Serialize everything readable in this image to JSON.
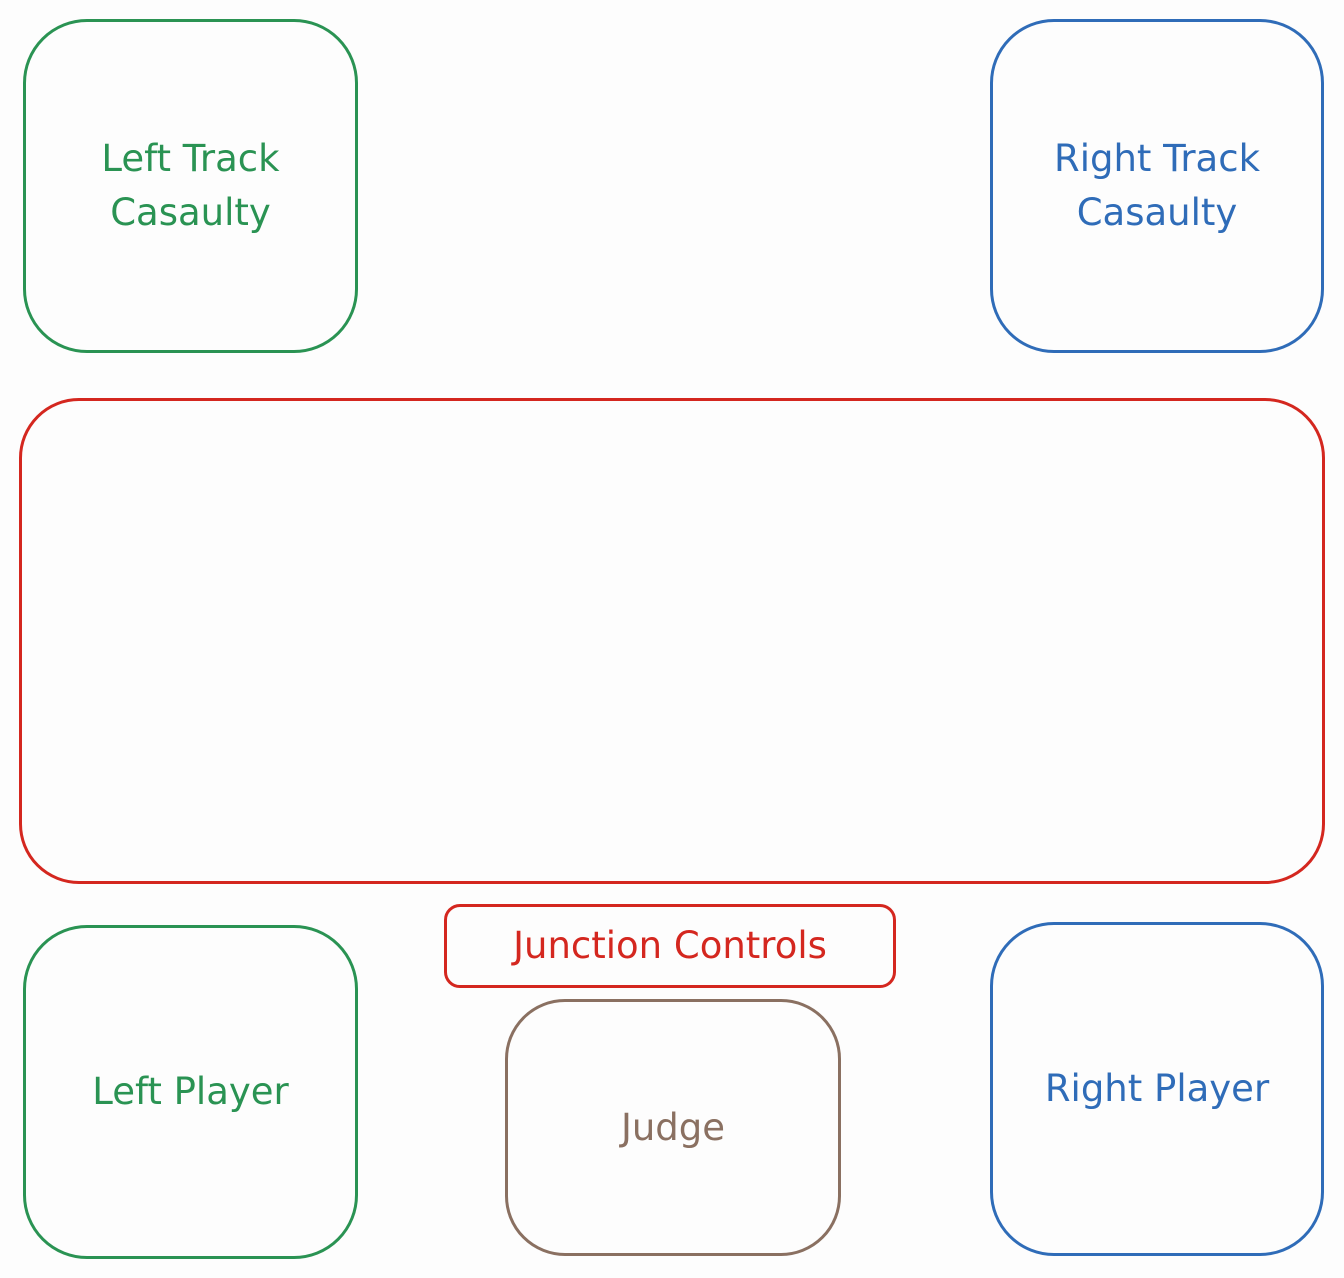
{
  "colors": {
    "left": "#2a9353",
    "right": "#2f6cb8",
    "junction": "#d4271f",
    "judge": "#8a7061",
    "background": "#fdfdfd"
  },
  "zones": {
    "left_track_casualty": {
      "label": "Left Track\nCasaulty"
    },
    "right_track_casualty": {
      "label": "Right Track\nCasaulty"
    },
    "junction_controls": {
      "label": "Junction Controls"
    },
    "left_player": {
      "label": "Left Player"
    },
    "judge": {
      "label": "Judge"
    },
    "right_player": {
      "label": "Right Player"
    }
  }
}
